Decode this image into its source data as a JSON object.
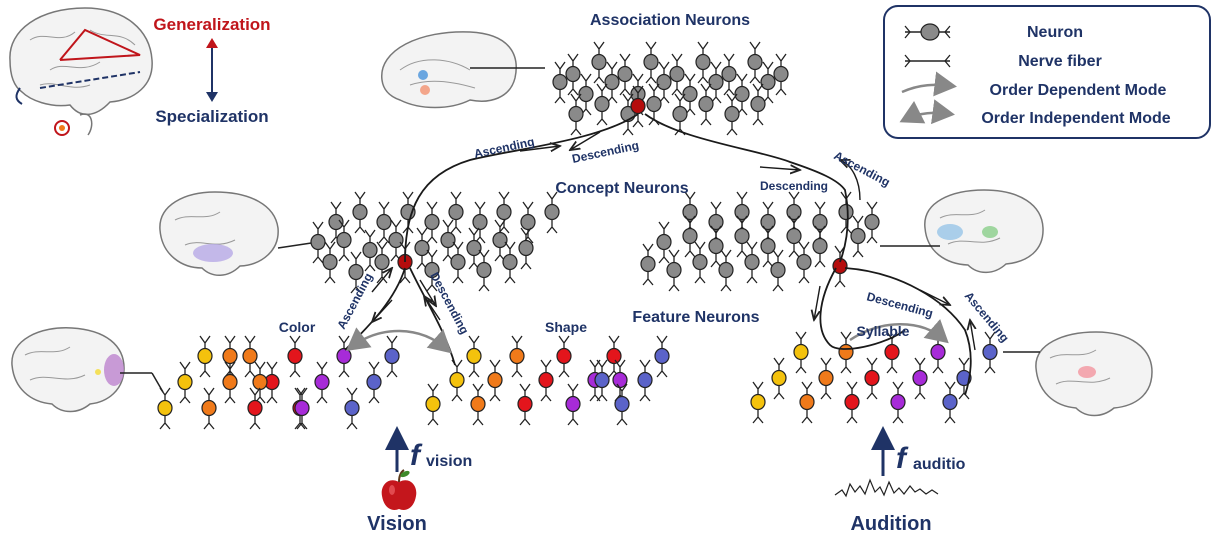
{
  "title_top": "Association Neurons",
  "concept_label": "Concept Neurons",
  "feature_label": "Feature Neurons",
  "generalization": "Generalization",
  "specialization": "Specialization",
  "color_label": "Color",
  "shape_label": "Shape",
  "syllable_label": "Syllable",
  "vision_label": "Vision",
  "audition_label": "Audition",
  "f_symbol": "f",
  "f_vision_sub": "vision",
  "f_audition_sub": "auditio",
  "arrows": {
    "ascending": "Ascending",
    "descending": "Descending"
  },
  "legend": {
    "neuron": "Neuron",
    "nerve_fiber": "Nerve fiber",
    "order_dependent": "Order Dependent Mode",
    "order_independent": "Order Independent Mode"
  },
  "colors": {
    "navy": "#1f3366",
    "red_text": "#c0151b",
    "gray_neuron": "#8a8a8a",
    "active_neuron": "#b50d0d",
    "yellow": "#f4c20d",
    "orange": "#f07a1a",
    "red": "#e3151c",
    "purple": "#a72bd8",
    "blue": "#5b63c9"
  }
}
